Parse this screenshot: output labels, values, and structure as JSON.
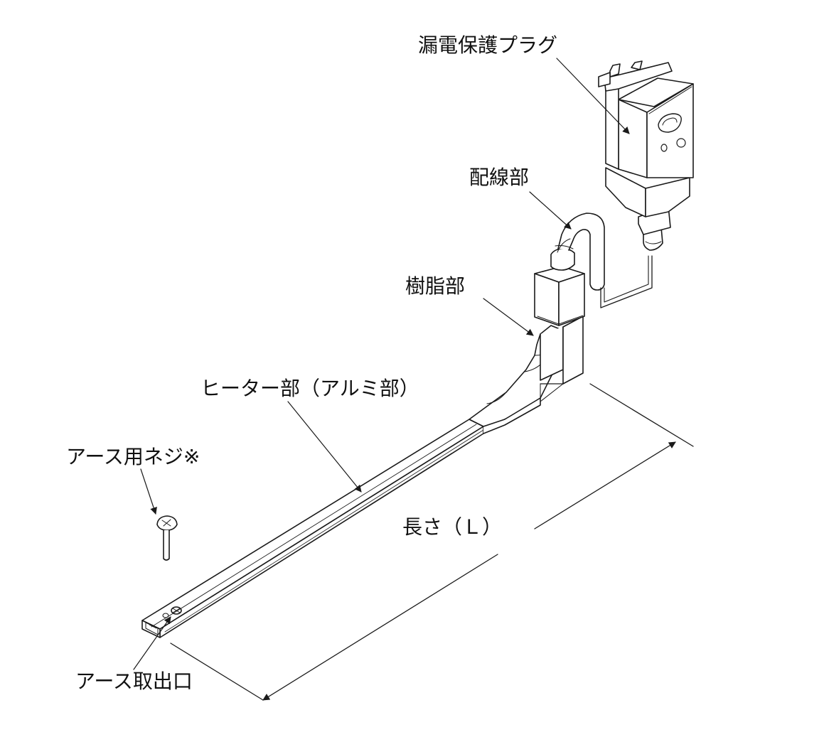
{
  "labels": {
    "leakage_plug": "漏電保護プラグ",
    "wiring": "配線部",
    "resin": "樹脂部",
    "heater": "ヒーター部（アルミ部）",
    "earth_screw": "アース用ネジ※",
    "length": "長さ（Ｌ）",
    "earth_outlet": "アース取出口"
  },
  "colors": {
    "line": "#1a1a1a",
    "background": "#ffffff"
  }
}
